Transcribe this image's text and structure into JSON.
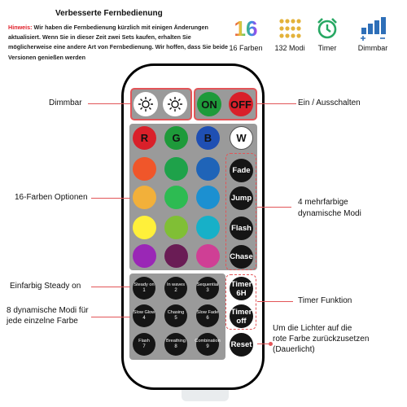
{
  "header": {
    "title": "Verbesserte Fernbedienung",
    "note_label": "Hinweis:",
    "note_text": " Wir haben die Fernbedienung kürzlich mit einigen Änderungen aktualisiert. Wenn Sie in dieser Zeit zwei Sets kaufen, erhalten Sie möglicherweise eine andere Art von Fernbedienung. Wir hoffen, dass Sie beide Versionen genießen werden"
  },
  "features": [
    {
      "icon": "sixteen-colors-icon",
      "glyph": "16",
      "label": "16 Farben"
    },
    {
      "icon": "modes-grid-icon",
      "label": "132 Modi"
    },
    {
      "icon": "alarm-clock-icon",
      "label": "Timer"
    },
    {
      "icon": "dimmer-bars-icon",
      "label": "Dimmbar"
    }
  ],
  "remote": {
    "on_label": "ON",
    "off_label": "OFF",
    "rgbw": [
      "R",
      "G",
      "B",
      "W"
    ],
    "color_rows": [
      [
        "#f0562a",
        "#1ea24a",
        "#1f64b8"
      ],
      [
        "#f2b03a",
        "#2dbb52",
        "#1c90d1"
      ],
      [
        "#fff03a",
        "#80bf35",
        "#17b0c8"
      ],
      [
        "#9a27b6",
        "#6a1c55",
        "#cf3f95"
      ]
    ],
    "dynamic": [
      "Fade",
      "Jump",
      "Flash",
      "Chase"
    ],
    "timers": [
      {
        "line1": "Timer",
        "line2": "6H"
      },
      {
        "line1": "Timer",
        "line2": "off"
      }
    ],
    "reset_label": "Reset",
    "modes": [
      {
        "name": "Steady on",
        "num": "1"
      },
      {
        "name": "In waves",
        "num": "2"
      },
      {
        "name": "Sequential",
        "num": "3"
      },
      {
        "name": "Slow Glow",
        "num": "4"
      },
      {
        "name": "Chasing",
        "num": "5"
      },
      {
        "name": "Slow Fade",
        "num": "6"
      },
      {
        "name": "Flash",
        "num": "7"
      },
      {
        "name": "Breathing",
        "num": "8"
      },
      {
        "name": "Combination",
        "num": "9"
      }
    ]
  },
  "callouts": {
    "dimmbar": "Dimmbar",
    "ein_aus": "Ein  / Ausschalten",
    "sixteen": "16-Farben Optionen",
    "four_modes_1": "4 mehrfarbige",
    "four_modes_2": "dynamische Modi",
    "steady": "Einfarbig Steady on",
    "eight_modes_1": "8 dynamische Modi für",
    "eight_modes_2": "jede einzelne Farbe",
    "timer": "Timer Funktion",
    "reset_1": "Um die Lichter auf die",
    "reset_2": "rote Farbe zurückzusetzen",
    "reset_3": "(Dauerlicht)"
  },
  "colors": {
    "accent": "#e25558",
    "panel": "#9a9a9a",
    "red": "#d9202a",
    "green": "#1e9a3a",
    "blue": "#1f4fb3"
  }
}
